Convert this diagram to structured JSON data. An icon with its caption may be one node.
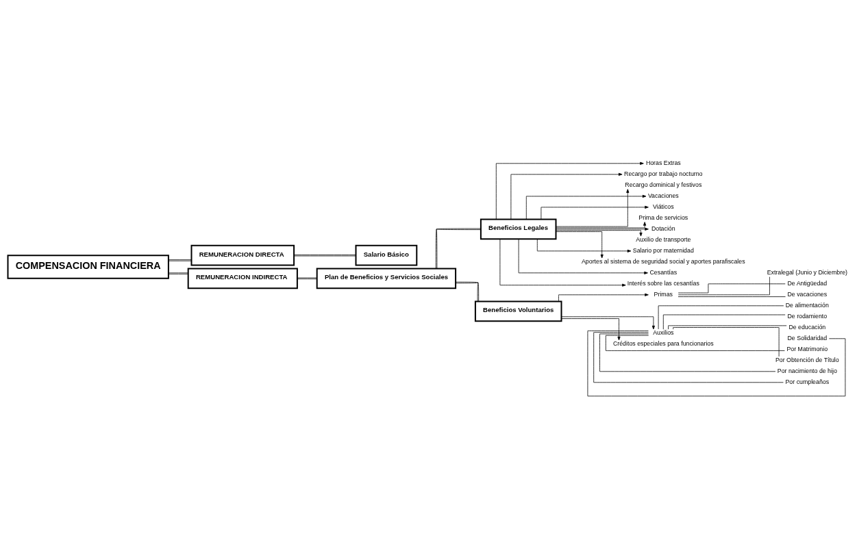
{
  "diagram": {
    "nodes": [
      {
        "text": [
          "COMPENSACION FINANCIERA"
        ]
      },
      {
        "text": [
          "REMUNERACION DIRECTA"
        ]
      },
      {
        "text": [
          "Salario Básico"
        ]
      },
      {
        "text": [
          "REMUNERACION INDIRECTA"
        ]
      },
      {
        "text": [
          "Plan de Beneficios y Servicios Sociales"
        ]
      },
      {
        "text": [
          "Beneficios Legales"
        ]
      },
      {
        "text": [
          "Horas Extras"
        ]
      },
      {
        "text": [
          "Recargo por trabajo nocturno"
        ]
      },
      {
        "text": [
          "Recargo dominical y festivos"
        ]
      },
      {
        "text": [
          "Vacaciones"
        ]
      },
      {
        "text": [
          "Viáticos"
        ]
      },
      {
        "text": [
          "Prima de servicios"
        ]
      },
      {
        "text": [
          "Dotación"
        ]
      },
      {
        "text": [
          "Auxilio de transporte"
        ]
      },
      {
        "text": [
          "Salario por maternidad"
        ]
      },
      {
        "text": [
          "Aportes al sistema de seguridad social y aportes parafiscales"
        ]
      },
      {
        "text": [
          "Cesantías"
        ]
      },
      {
        "text": [
          "Interés sobre las cesantías"
        ]
      },
      {
        "text": [
          "Beneficios Voluntarios"
        ]
      },
      {
        "text": [
          "Primas"
        ]
      },
      {
        "text": [
          "Extralegal (Junio y Diciembre)"
        ]
      },
      {
        "text": [
          "De Antigüedad"
        ]
      },
      {
        "text": [
          "De vacaciones"
        ]
      },
      {
        "text": [
          "Auxilios"
        ]
      },
      {
        "text": [
          "De alimentación"
        ]
      },
      {
        "text": [
          "De rodamiento"
        ]
      },
      {
        "text": [
          "De educación"
        ]
      },
      {
        "text": [
          "De Solidaridad"
        ]
      },
      {
        "text": [
          "Por Matrimonio"
        ]
      },
      {
        "text": [
          "Por Obtención de Título"
        ]
      },
      {
        "text": [
          "Por nacimiento de hijo"
        ]
      },
      {
        "text": [
          "Por cumpleaños"
        ]
      },
      {
        "text": [
          "Créditos especiales para funcionarios"
        ]
      }
    ],
    "edges": [
      {
        "from": 0,
        "to": 1,
        "arrow": "none"
      },
      {
        "from": 1,
        "to": 2,
        "arrow": "none"
      },
      {
        "from": 0,
        "to": 3,
        "arrow": "none"
      },
      {
        "from": 3,
        "to": 4,
        "arrow": "none"
      },
      {
        "from": 4,
        "to": 5,
        "arrow": "none"
      },
      {
        "from": 5,
        "to": 6,
        "arrow": "to"
      },
      {
        "from": 5,
        "to": 7,
        "arrow": "to"
      },
      {
        "from": 5,
        "to": 8,
        "arrow": "to"
      },
      {
        "from": 5,
        "to": 9,
        "arrow": "to"
      },
      {
        "from": 5,
        "to": 10,
        "arrow": "to"
      },
      {
        "from": 5,
        "to": 11,
        "arrow": "to"
      },
      {
        "from": 5,
        "to": 12,
        "arrow": "to"
      },
      {
        "from": 5,
        "to": 13,
        "arrow": "to"
      },
      {
        "from": 5,
        "to": 14,
        "arrow": "to"
      },
      {
        "from": 5,
        "to": 15,
        "arrow": "to"
      },
      {
        "from": 5,
        "to": 16,
        "arrow": "to"
      },
      {
        "from": 5,
        "to": 17,
        "arrow": "to"
      },
      {
        "from": 4,
        "to": 18,
        "arrow": "none"
      },
      {
        "from": 18,
        "to": 19,
        "arrow": "to"
      },
      {
        "from": 19,
        "to": 20,
        "arrow": "none"
      },
      {
        "from": 19,
        "to": 21,
        "arrow": "none"
      },
      {
        "from": 19,
        "to": 22,
        "arrow": "none"
      },
      {
        "from": 18,
        "to": 23,
        "arrow": "to"
      },
      {
        "from": 23,
        "to": 24,
        "arrow": "none"
      },
      {
        "from": 23,
        "to": 25,
        "arrow": "none"
      },
      {
        "from": 23,
        "to": 26,
        "arrow": "none"
      },
      {
        "from": 23,
        "to": 27,
        "arrow": "none"
      },
      {
        "from": 23,
        "to": 28,
        "arrow": "none"
      },
      {
        "from": 23,
        "to": 29,
        "arrow": "none"
      },
      {
        "from": 23,
        "to": 30,
        "arrow": "none"
      },
      {
        "from": 23,
        "to": 31,
        "arrow": "none"
      },
      {
        "from": 18,
        "to": 32,
        "arrow": "to"
      }
    ]
  }
}
